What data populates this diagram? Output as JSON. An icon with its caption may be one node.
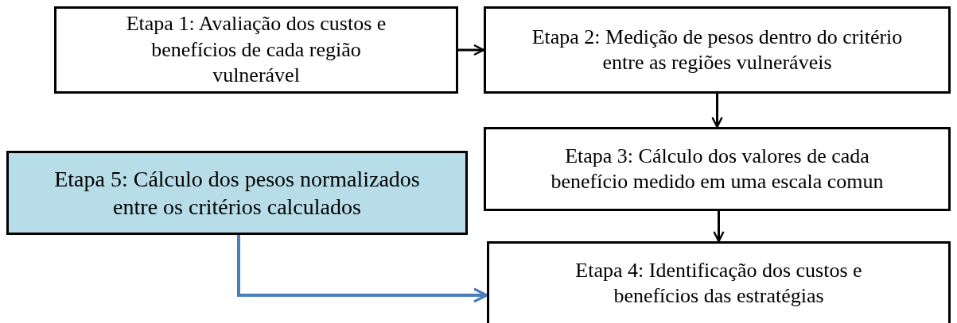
{
  "diagram": {
    "nodes": [
      {
        "text": [
          "Etapa 1: Avaliação dos custos e benefícios de cada região vulnerável"
        ]
      },
      {
        "text": [
          "Etapa 2: Medição de pesos dentro do critério entre as regiões vulneráveis"
        ]
      },
      {
        "text": [
          "Etapa 5: Cálculo dos pesos normalizados entre os critérios calculados"
        ]
      },
      {
        "text": [
          "Etapa 3: Cálculo dos valores de cada benefício medido em uma escala comun"
        ]
      },
      {
        "text": [
          "Etapa 4: Identificação dos custos e benefícios das estratégias"
        ]
      }
    ],
    "edges": [
      {
        "from": 0,
        "to": 1,
        "arrow": "to"
      },
      {
        "from": 1,
        "to": 3,
        "arrow": "to"
      },
      {
        "from": 3,
        "to": 4,
        "arrow": "to"
      },
      {
        "from": 2,
        "to": 4,
        "arrow": "to",
        "color": "#4a7ebb"
      }
    ]
  }
}
